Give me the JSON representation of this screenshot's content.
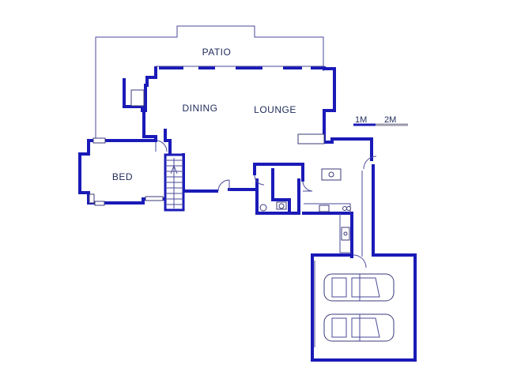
{
  "rooms": {
    "patio": "PATIO",
    "dining": "DINING",
    "lounge": "LOUNGE",
    "bed": "BED"
  },
  "scale": {
    "one": "1M",
    "two": "2M"
  },
  "colors": {
    "walls": "#1a1ab8",
    "outline": "#4a4a9a",
    "labels": "#1e2a5a",
    "scale_dark": "#1a1ab8",
    "scale_light": "#9a9aaa"
  }
}
